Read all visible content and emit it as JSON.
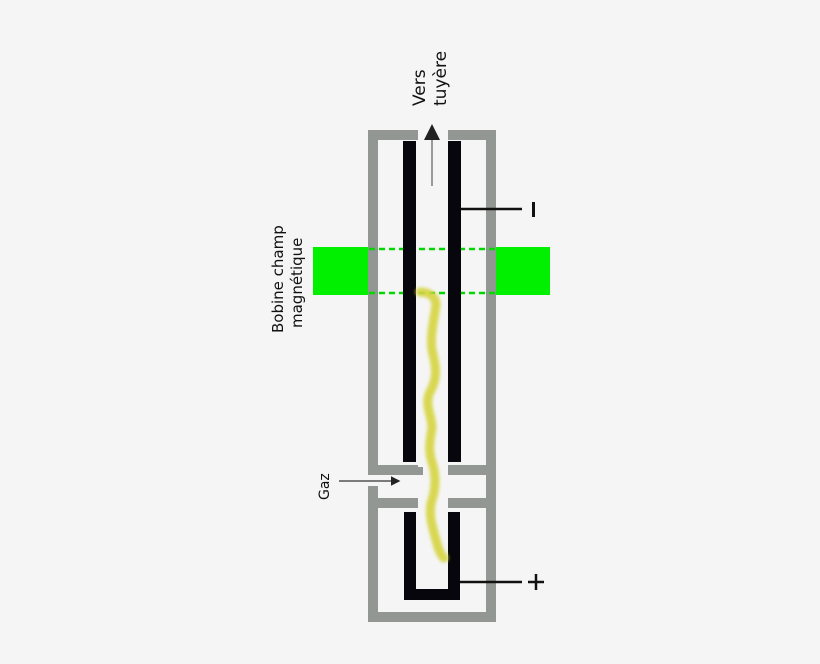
{
  "labels": {
    "outlet_line1": "Vers",
    "outlet_line2": "tuyère",
    "coil_line1": "Bobine champ",
    "coil_line2": "magnétique",
    "gas": "Gaz",
    "cathode_sign": "–",
    "anode_sign": "+"
  },
  "colors": {
    "background": "#f5f5f5",
    "wall": "#929793",
    "electrode": "#06060c",
    "coil": "#00f000",
    "arc": "#d6d440",
    "leader": "#111111"
  }
}
